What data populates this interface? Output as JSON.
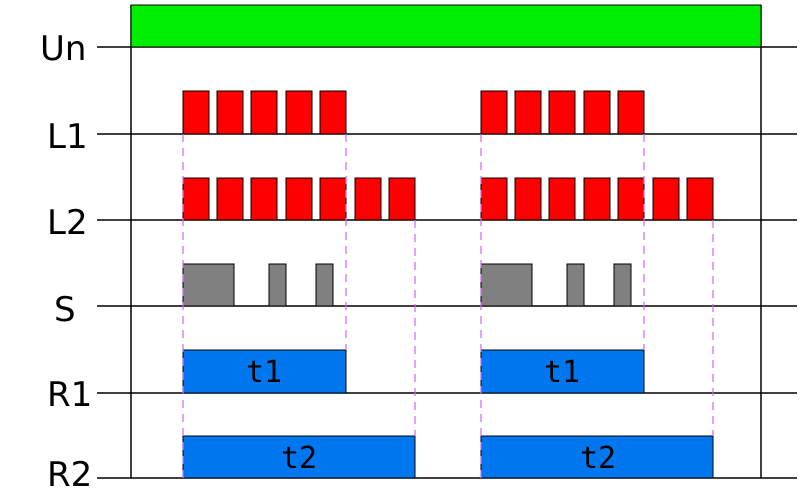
{
  "rows": [
    {
      "key": "un",
      "label": "Un"
    },
    {
      "key": "l1",
      "label": "L1"
    },
    {
      "key": "l2",
      "label": "L2"
    },
    {
      "key": "s",
      "label": "S"
    },
    {
      "key": "r1",
      "label": "R1"
    },
    {
      "key": "r2",
      "label": "R2"
    }
  ],
  "timers": {
    "t1": "t1",
    "t2": "t2"
  },
  "colors": {
    "supply": "#00ee00",
    "pulse": "#ff0000",
    "sensor": "#808080",
    "relay": "#0077ee",
    "guide": "#cc66ee",
    "line": "#000000"
  }
}
